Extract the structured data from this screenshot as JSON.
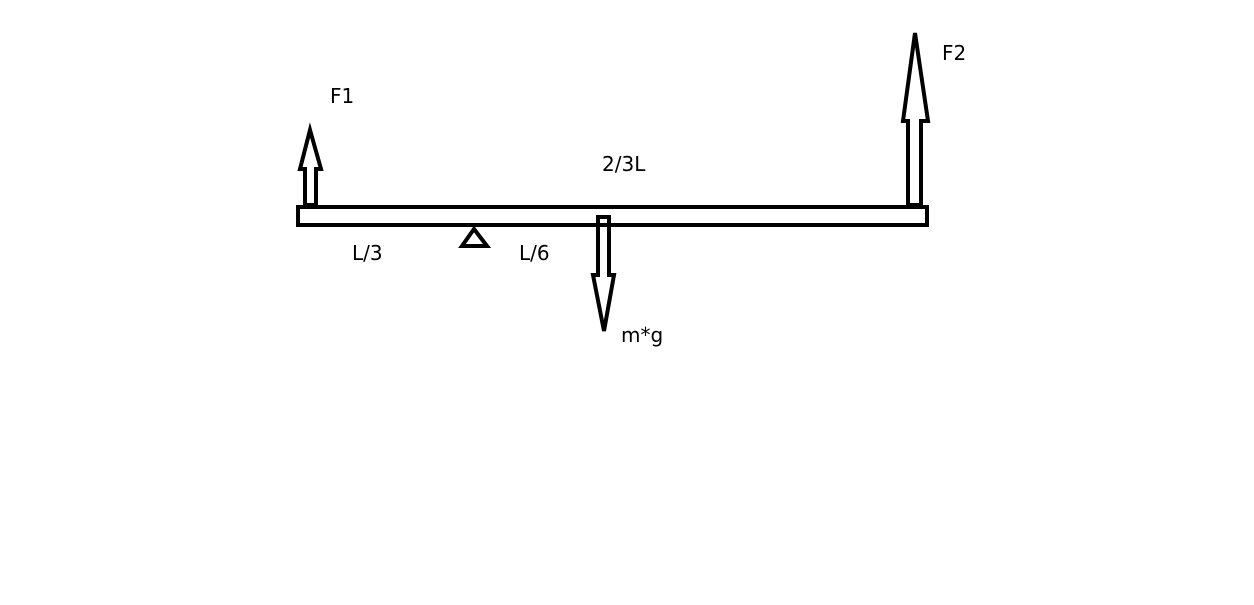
{
  "diagram": {
    "labels": {
      "f1": "F1",
      "f2": "F2",
      "weight": "m*g",
      "left_segment": "L/3",
      "middle_segment": "L/6",
      "top_segment": "2/3L"
    },
    "colors": {
      "stroke": "#000000",
      "background": "#ffffff"
    }
  }
}
